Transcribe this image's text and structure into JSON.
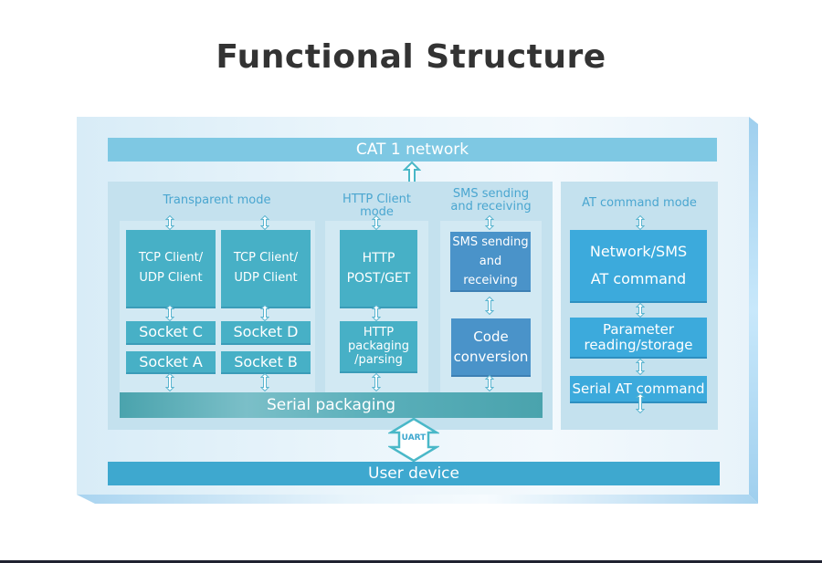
{
  "title": "Functional Structure",
  "top_bar": "CAT 1 network",
  "bottom_bar": "User device",
  "uart_label": "UART",
  "serial_packaging": "Serial packaging",
  "groups": {
    "transparent": {
      "label": "Transparent mode",
      "clients": [
        "TCP Client/\nUDP Client",
        "TCP Client/\nUDP Client"
      ],
      "sockets_top": [
        "Socket C",
        "Socket D"
      ],
      "sockets_bottom": [
        "Socket A",
        "Socket B"
      ]
    },
    "http": {
      "label": "HTTP Client mode",
      "post_get": "HTTP\nPOST/GET",
      "packaging": "HTTP\npackaging\n/parsing"
    },
    "sms": {
      "label": "SMS sending\nand receiving",
      "box": "SMS sending\nand receiving",
      "code": "Code\nconversion"
    },
    "at": {
      "label": "AT command mode",
      "network": "Network/SMS\nAT command",
      "param": "Parameter\nreading/storage",
      "serial_at": "Serial AT command"
    }
  },
  "colors": {
    "title": "#333333",
    "cat1_bar": "#7ec8e3",
    "user_bar": "#3ea8cf",
    "teal_box": "#47b0c6",
    "blue_box": "#4a93c9",
    "sky_box": "#3caadc",
    "group_label": "#4aa6d0"
  }
}
